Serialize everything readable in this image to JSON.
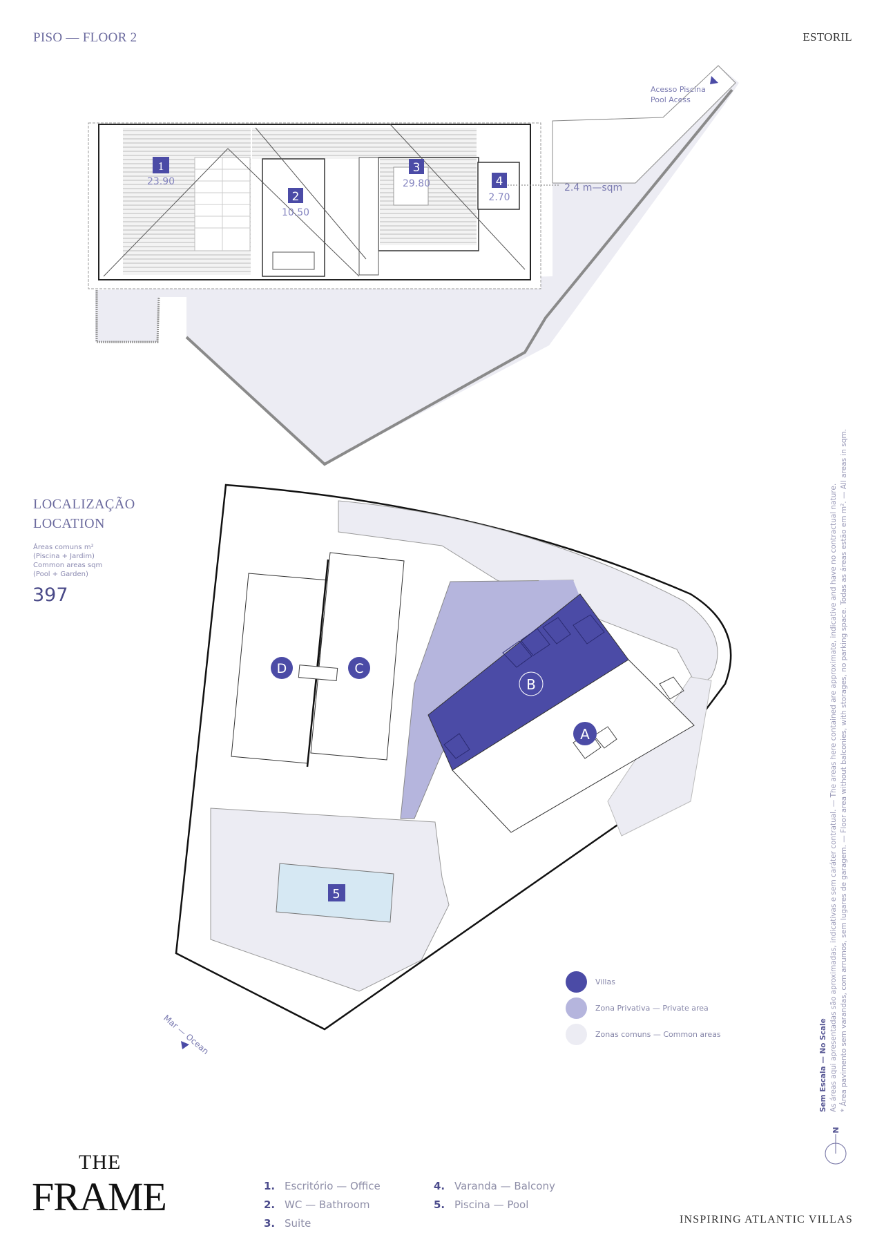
{
  "header": {
    "floor_title": "PISO — FLOOR 2",
    "city": "ESTORIL"
  },
  "floor_plan": {
    "pool_access": [
      "Acesso Piscina",
      "Pool Acess"
    ],
    "balcony_dimension": "2.4 m—sqm",
    "rooms": [
      {
        "number": "1",
        "area": "23.90"
      },
      {
        "number": "2",
        "area": "10.50"
      },
      {
        "number": "3",
        "area": "29.80"
      },
      {
        "number": "4",
        "area": "2.70"
      }
    ]
  },
  "location": {
    "title_pt": "LOCALIZAÇÃO",
    "title_en": "LOCATION",
    "notes": [
      "Áreas comuns m²",
      "(Piscina + Jardim)",
      "Common areas sqm",
      "(Pool + Garden)"
    ],
    "common_area_value": "397"
  },
  "site_plan": {
    "villas": [
      "A",
      "B",
      "C",
      "D"
    ],
    "pool_label": "5",
    "ocean_label": "Mar — Ocean"
  },
  "legend": [
    {
      "label": "Villas",
      "color": "#4b4ba6"
    },
    {
      "label": "Zona Privativa — Private area",
      "color": "#b5b5dd"
    },
    {
      "label": "Zonas comuns — Common areas",
      "color": "#ececf3"
    }
  ],
  "disclaimer": {
    "title": "Sem Escala — No Scale",
    "line1": "As áreas aqui apresentadas são aproximadas, indicativas e sem caráter contratual. — The areas here contained are approximate, indicative and have no contractual nature.",
    "line2": "* Área pavimento sem varandas, com arrumos, sem lugares de garagem. — Floor area without balconies, with storages, no parking space. Todas as áreas estão em m². — All areas in sqm."
  },
  "north_label": "N",
  "room_key": {
    "col1": [
      {
        "num": "1.",
        "label": "Escritório — Office"
      },
      {
        "num": "2.",
        "label": "WC — Bathroom"
      },
      {
        "num": "3.",
        "label": "Suite"
      }
    ],
    "col2": [
      {
        "num": "4.",
        "label": "Varanda — Balcony"
      },
      {
        "num": "5.",
        "label": "Piscina — Pool"
      }
    ]
  },
  "brand": {
    "logo_top": "THE",
    "logo_bottom": "FRAME",
    "tagline": "INSPIRING  ATLANTIC  VILLAS"
  },
  "colors": {
    "accent": "#4b4ba6",
    "private": "#b5b5dd",
    "common": "#ececf3",
    "pool": "#d6e8f3"
  }
}
